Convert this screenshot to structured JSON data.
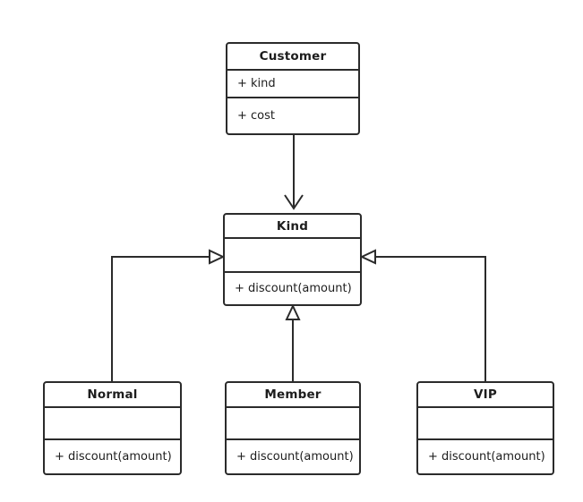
{
  "diagram": {
    "type": "uml-class-diagram",
    "background_color": "#ffffff",
    "stroke_color": "#2b2b2b",
    "text_color": "#1d1d1d"
  },
  "classes": {
    "customer": {
      "name": "Customer",
      "attributes": [
        "+ kind",
        "+ cost"
      ],
      "operations": []
    },
    "kind": {
      "name": "Kind",
      "attributes": [
        ""
      ],
      "operations": [
        "+ discount(amount)"
      ]
    },
    "normal": {
      "name": "Normal",
      "attributes": [
        ""
      ],
      "operations": [
        "+ discount(amount)"
      ]
    },
    "member": {
      "name": "Member",
      "attributes": [
        ""
      ],
      "operations": [
        "+ discount(amount)"
      ]
    },
    "vip": {
      "name": "VIP",
      "attributes": [
        ""
      ],
      "operations": [
        "+ discount(amount)"
      ]
    }
  },
  "relationships": [
    {
      "id": "customer-to-kind",
      "from": "Customer",
      "to": "Kind",
      "kind": "association",
      "arrowhead": "open-line",
      "routing": "straight-vertical"
    },
    {
      "id": "normal-to-kind",
      "from": "Normal",
      "to": "Kind",
      "kind": "generalization",
      "arrowhead": "hollow-triangle",
      "routing": "orthogonal-left"
    },
    {
      "id": "member-to-kind",
      "from": "Member",
      "to": "Kind",
      "kind": "generalization",
      "arrowhead": "hollow-triangle",
      "routing": "straight-vertical"
    },
    {
      "id": "vip-to-kind",
      "from": "VIP",
      "to": "Kind",
      "kind": "generalization",
      "arrowhead": "hollow-triangle",
      "routing": "orthogonal-right"
    }
  ]
}
